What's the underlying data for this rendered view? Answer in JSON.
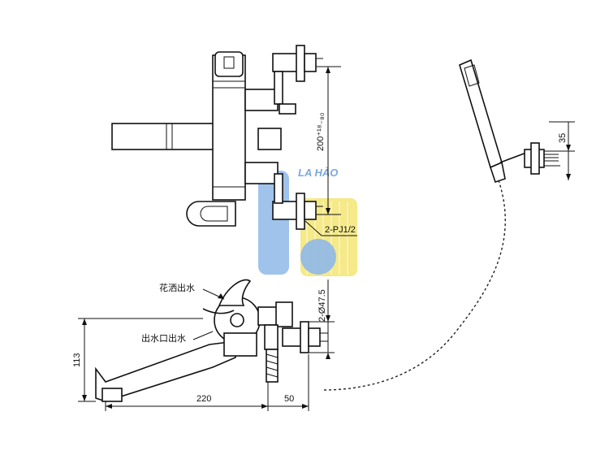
{
  "dimensions": {
    "center_distance": "200⁺¹⁸₋₈₀",
    "inlet_thread": "2-PJ1/2",
    "inlet_diameter": "2-Ø47.5",
    "spout_height": "113",
    "spout_length": "220",
    "wall_offset": "50",
    "bracket_height": "35"
  },
  "labels": {
    "shower_outlet": "花洒出水",
    "spout_outlet": "出水口出水"
  },
  "watermark": {
    "text": "LA HÀO",
    "colors": {
      "blue": "#8fb8e8",
      "yellow": "#f2e36a"
    }
  }
}
